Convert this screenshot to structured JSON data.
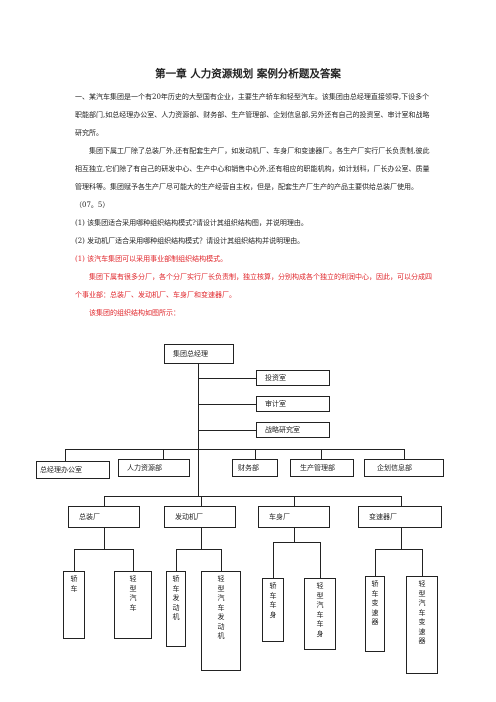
{
  "title": "第一章 人力资源规划 案例分析题及答案",
  "case_paragraphs": [
    "一、某汽车集团是一个有20年历史的大型国有企业，主要生产轿车和轻型汽车。该集团由总经理直接领导,下设多个职能部门,如总经理办公室、人力资源部、财务部、生产管理部、企划信息部,另外还有自己的投资室、审计室和战略研究所。",
    "集团下属工厂除了总装厂外,还有配套生产厂，如发动机厂、车身厂和变速器厂。各生产厂实行厂长负责制,彼此相互独立,它们除了有自己的研发中心、生产中心和销售中心外,还有相应的职能机构，如计划科，厂长办公室、质量管理科等。集团赋予各生产厂尽可能大的生产经营自主权，但是，配套生产厂生产的产品主要供给总装厂使用。（07。5）"
  ],
  "questions": [
    "(1) 该集团适合采用哪种组织结构模式?请设计其组织结构图，并说明理由。",
    "(2) 发动机厂适合采用哪种组织结构模式？请设计其组织结构并说明理由。"
  ],
  "answer_lines": [
    "(1) 该汽车集团可以采用事业部制组织结构模式。",
    "集团下属有很多分厂，各个分厂实行厂长负责制，独立核算，分别构成各个独立的利润中心，因此，可以分成四个事业部：总装厂、发动机厂、车身厂和变速器厂。",
    "该集团的组织结构如图所示："
  ],
  "org_chart": {
    "root": "集团总经理",
    "staff_units": [
      "投资室",
      "审计室",
      "战略研究室"
    ],
    "departments": [
      "总经理办公室",
      "人力资源部",
      "财务部",
      "生产管理部",
      "企划信息部"
    ],
    "divisions": [
      {
        "name": "总装厂",
        "products": [
          "轿车",
          "轻型汽车"
        ]
      },
      {
        "name": "发动机厂",
        "products": [
          "轿车发动机",
          "轻型汽车发动机"
        ]
      },
      {
        "name": "车身厂",
        "products": [
          "轿车车身",
          "轻型汽车车身"
        ]
      },
      {
        "name": "变速器厂",
        "products": [
          "轿车变速器",
          "轻型汽车变速器"
        ]
      }
    ]
  }
}
